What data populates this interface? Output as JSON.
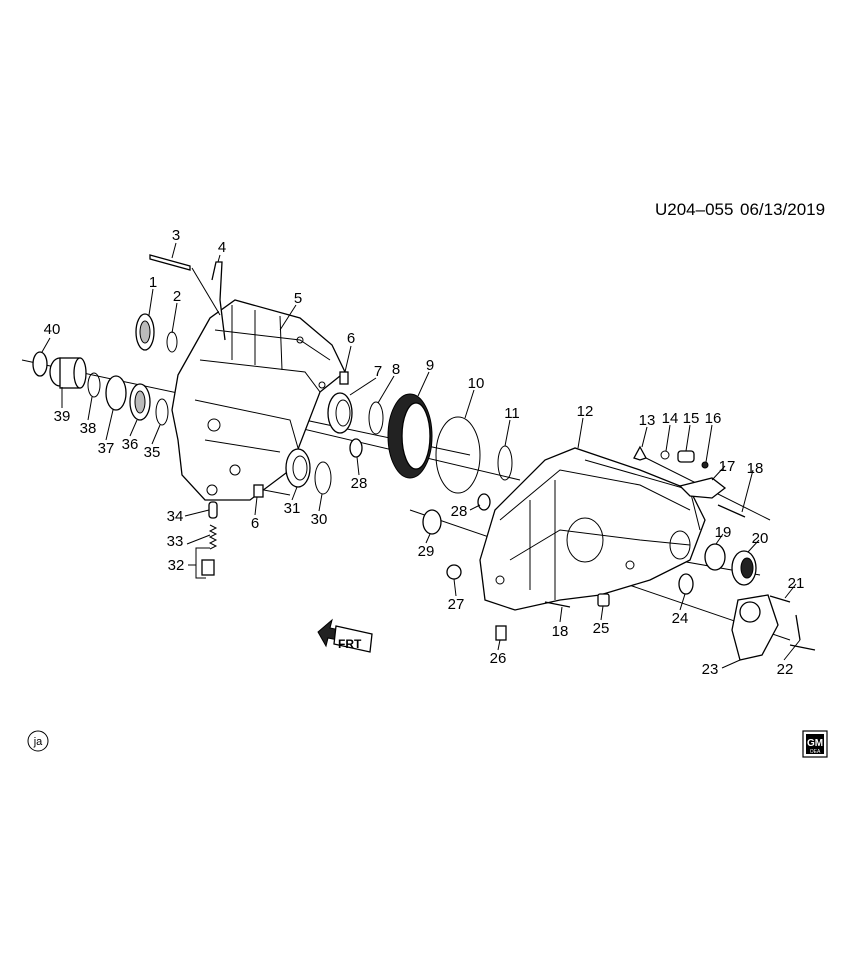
{
  "header": {
    "code": "U204–055",
    "date": "06/13/2019"
  },
  "footer": {
    "lang_badge": "ja",
    "logo_top": "GM",
    "logo_bottom": "OEA"
  },
  "front_arrow": {
    "label": "FRT"
  },
  "callouts": [
    "1",
    "2",
    "3",
    "4",
    "5",
    "6",
    "6",
    "7",
    "8",
    "9",
    "10",
    "11",
    "12",
    "13",
    "14",
    "15",
    "16",
    "17",
    "18",
    "18",
    "19",
    "20",
    "21",
    "22",
    "23",
    "24",
    "25",
    "26",
    "27",
    "28",
    "28",
    "29",
    "30",
    "31",
    "32",
    "33",
    "34",
    "35",
    "36",
    "37",
    "38",
    "39",
    "40"
  ]
}
